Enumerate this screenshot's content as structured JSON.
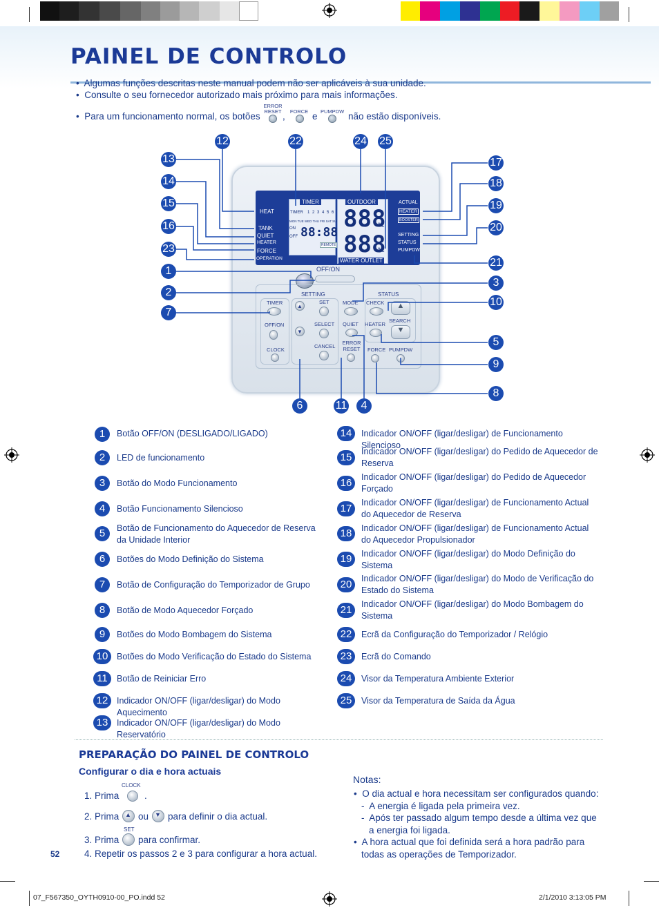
{
  "colors": {
    "brand_blue": "#1b3a96",
    "callout_blue": "#1b4bb0",
    "lcd_blue": "#1d3d98"
  },
  "title": "PAINEL DE CONTROLO",
  "bullets": [
    "Algumas funções descritas neste manual podem não ser aplicáveis à sua unidade.",
    "Consulte o seu fornecedor autorizado mais próximo para mais informações."
  ],
  "normal_op": {
    "prefix": "Para um funcionamento normal, os botões",
    "comma": ",",
    "and": "e",
    "suffix": "não estão disponíveis.",
    "buttons": [
      "ERROR RESET",
      "FORCE",
      "PUMPDW"
    ]
  },
  "controller": {
    "lcd": {
      "timer": "TIMER",
      "outdoor": "OUTDOOR",
      "actual": "ACTUAL",
      "heat": "HEAT",
      "tank": "TANK",
      "quiet": "QUIET",
      "heater": "HEATER",
      "force": "FORCE",
      "operation": "OPERATION",
      "heater_r": "HEATER",
      "booster": "BOOSTER",
      "setting": "SETTING",
      "status": "STATUS",
      "pumpdw": "PUMPDW",
      "water_outlet": "WATER OUTLET",
      "remote": "REMOTE",
      "days": "MON TUE WED THU FRI SAT SUN",
      "slots": "1 2 3 4 5 6",
      "on": "ON",
      "off": "OFF",
      "timer_digits": "88:88",
      "temp_digits": "888",
      "deg": "°C"
    },
    "off_on": "OFF/ON",
    "setting": "SETTING",
    "status": "STATUS",
    "keys": {
      "timer": "TIMER",
      "off_on": "OFF/ON",
      "clock": "CLOCK",
      "set": "SET",
      "select": "SELECT",
      "cancel": "CANCEL",
      "mode": "MODE",
      "check": "CHECK",
      "quiet": "QUIET",
      "heater": "HEATER",
      "search": "SEARCH",
      "error_reset": "ERROR RESET",
      "force": "FORCE",
      "pumpdw": "PUMPDW"
    }
  },
  "callouts": {
    "n12": "12",
    "n22": "22",
    "n24": "24",
    "n25": "25",
    "n13": "13",
    "n14": "14",
    "n15": "15",
    "n16": "16",
    "n23": "23",
    "n1": "1",
    "n2": "2",
    "n7": "7",
    "n17": "17",
    "n18": "18",
    "n19": "19",
    "n20": "20",
    "n21": "21",
    "n3": "3",
    "n10": "10",
    "n5": "5",
    "n9": "9",
    "n8": "8",
    "n6": "6",
    "n11": "11",
    "n4": "4"
  },
  "legend_left": [
    {
      "n": "1",
      "t": "Botão OFF/ON (DESLIGADO/LIGADO)"
    },
    {
      "n": "2",
      "t": "LED de funcionamento"
    },
    {
      "n": "3",
      "t": "Botão do Modo Funcionamento"
    },
    {
      "n": "4",
      "t": "Botão Funcionamento Silencioso"
    },
    {
      "n": "5",
      "t": "Botão de Funcionamento do Aquecedor de Reserva da Unidade Interior"
    },
    {
      "n": "6",
      "t": "Botões do Modo Definição do Sistema"
    },
    {
      "n": "7",
      "t": "Botão de Configuração do Temporizador de Grupo"
    },
    {
      "n": "8",
      "t": "Botão de Modo Aquecedor Forçado"
    },
    {
      "n": "9",
      "t": "Botões do Modo Bombagem do Sistema"
    },
    {
      "n": "10",
      "t": "Botões do Modo Verificação do Estado do Sistema"
    },
    {
      "n": "11",
      "t": "Botão de Reiniciar Erro"
    },
    {
      "n": "12",
      "t": "Indicador ON/OFF (ligar/desligar) do Modo Aquecimento"
    },
    {
      "n": "13",
      "t": "Indicador ON/OFF (ligar/desligar) do Modo Reservatório"
    }
  ],
  "legend_right": [
    {
      "n": "14",
      "t": "Indicador ON/OFF (ligar/desligar) de Funcionamento Silencioso"
    },
    {
      "n": "15",
      "t": "Indicador ON/OFF (ligar/desligar) do Pedido de Aquecedor de Reserva"
    },
    {
      "n": "16",
      "t": "Indicador ON/OFF (ligar/desligar) do Pedido de Aquecedor Forçado"
    },
    {
      "n": "17",
      "t": "Indicador ON/OFF (ligar/desligar) de Funcionamento Actual do Aquecedor de Reserva"
    },
    {
      "n": "18",
      "t": "Indicador ON/OFF (ligar/desligar) de Funcionamento Actual do Aquecedor Propulsionador"
    },
    {
      "n": "19",
      "t": "Indicador ON/OFF (ligar/desligar) do Modo Definição do Sistema"
    },
    {
      "n": "20",
      "t": "Indicador ON/OFF (ligar/desligar) do Modo de Verificação do Estado do Sistema"
    },
    {
      "n": "21",
      "t": "Indicador ON/OFF (ligar/desligar) do Modo Bombagem do Sistema"
    },
    {
      "n": "22",
      "t": "Ecrã da Configuração do Temporizador / Relógio"
    },
    {
      "n": "23",
      "t": "Ecrã do Comando"
    },
    {
      "n": "24",
      "t": "Visor da Temperatura Ambiente Exterior"
    },
    {
      "n": "25",
      "t": "Visor da Temperatura de Saída da Água"
    }
  ],
  "prep": {
    "heading": "PREPARAÇÃO DO PAINEL DE CONTROLO",
    "subheading": "Configurar o dia e hora actuais",
    "s1_a": "1. Prima",
    "s1_b": ".",
    "s1_lbl": "CLOCK",
    "s2_a": "2. Prima",
    "s2_b": "ou",
    "s2_c": "para definir o dia actual.",
    "s3_a": "3. Prima",
    "s3_b": "para confirmar.",
    "s3_lbl": "SET",
    "s4": "4. Repetir os passos 2 e 3 para configurar a hora actual."
  },
  "notes": {
    "title": "Notas:",
    "b1": "O dia actual e hora necessitam ser configurados quando:",
    "d1": "A energia é ligada pela primeira vez.",
    "d2": "Após ter passado algum tempo desde a última vez que a energia foi ligada.",
    "b2": "A hora actual que foi definida será a hora padrão para todas as operações de Temporizador."
  },
  "page_number": "52",
  "footer": {
    "file": "07_F567350_OYTH0910-00_PO.indd   52",
    "date": "2/1/2010   3:13:05 PM"
  }
}
